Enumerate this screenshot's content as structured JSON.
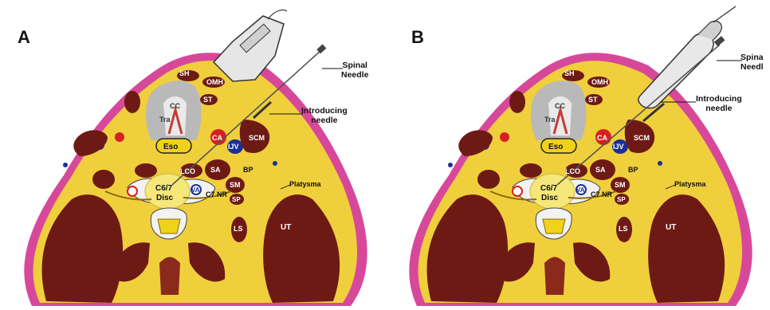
{
  "panels": [
    {
      "letter": "A",
      "probe": "linear",
      "callouts": {
        "spinal_needle": [
          "Spinal",
          "Needle"
        ],
        "introducing_needle": [
          "Introducing",
          "needle"
        ]
      },
      "labels": {
        "SH": "SH",
        "OMH": "OMH",
        "ST": "ST",
        "CC": "CC",
        "Tra": "Tra",
        "Eso": "Eso",
        "CA": "CA",
        "IJV": "IJV",
        "SCM": "SCM",
        "LCO": "LCO",
        "SA": "SA",
        "BP": "BP",
        "Platysma": "Platysma",
        "disc1": "C6/7",
        "disc2": "Disc",
        "VA": "VA",
        "C7NR": "C7 NR",
        "SM": "SM",
        "SP": "SP",
        "LS": "LS",
        "UT": "UT"
      }
    },
    {
      "letter": "B",
      "probe": "microconvex",
      "callouts": {
        "spinal_needle": [
          "Spina",
          "Needl"
        ],
        "introducing_needle": [
          "Introducing",
          "needle"
        ]
      },
      "labels": {
        "SH": "SH",
        "OMH": "OMH",
        "ST": "ST",
        "CC": "CC",
        "Tra": "Tra",
        "Eso": "Eso",
        "CA": "CA",
        "IJV": "IJV",
        "SCM": "SCM",
        "LCO": "LCO",
        "SA": "SA",
        "BP": "BP",
        "Platysma": "Platysma",
        "disc1": "C6/7",
        "disc2": "Disc",
        "VA": "VA",
        "C7NR": "C7 NR",
        "SM": "SM",
        "SP": "SP",
        "LS": "LS",
        "UT": "UT"
      }
    }
  ],
  "colors": {
    "skin": "#d8489a",
    "fat": "#f0cf3c",
    "muscle": "#6e1a14",
    "muscle_light": "#8a2a1c",
    "disc": "#f5e77a",
    "artery": "#d82020",
    "vein": "#1a2f9a",
    "bone": "#f2f2f2",
    "cartilage": "#b9b9b9",
    "needle": "#555555"
  }
}
